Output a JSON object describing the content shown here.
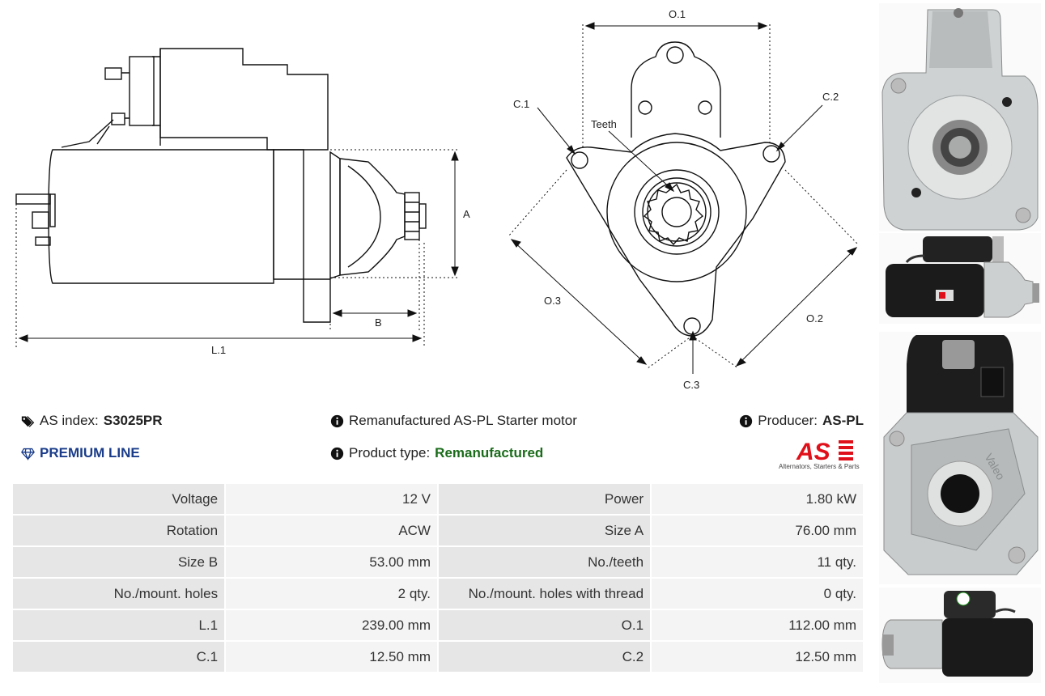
{
  "drawing_labels": {
    "side": {
      "a": "A",
      "b": "B",
      "l1": "L.1"
    },
    "front": {
      "o1": "O.1",
      "o2": "O.2",
      "o3": "O.3",
      "c1": "C.1",
      "c2": "C.2",
      "c3": "C.3",
      "teeth": "Teeth"
    }
  },
  "product": {
    "as_index_label": "AS index:",
    "as_index_value": "S3025PR",
    "premium_line": "PREMIUM LINE",
    "description": "Remanufactured AS-PL Starter motor",
    "product_type_label": "Product type:",
    "product_type_value": "Remanufactured",
    "producer_label": "Producer:",
    "producer_value": "AS-PL"
  },
  "logo": {
    "mark": "AS",
    "tagline": "Alternators, Starters & Parts",
    "color": "#e0101a"
  },
  "colors": {
    "premium": "#1a3c8a",
    "product_type": "#1a6b1a",
    "cell_label_bg": "#e6e6e6",
    "cell_value_bg": "#f4f4f4"
  },
  "specs": [
    [
      "Voltage",
      "12 V",
      "Power",
      "1.80 kW"
    ],
    [
      "Rotation",
      "ACW",
      "Size A",
      "76.00 mm"
    ],
    [
      "Size B",
      "53.00 mm",
      "No./teeth",
      "11 qty."
    ],
    [
      "No./mount. holes",
      "2 qty.",
      "No./mount. holes with thread",
      "0 qty."
    ],
    [
      "L.1",
      "239.00 mm",
      "O.1",
      "112.00 mm"
    ],
    [
      "C.1",
      "12.50 mm",
      "C.2",
      "12.50 mm"
    ]
  ],
  "photo_marks": {
    "brand": "Valeo"
  }
}
